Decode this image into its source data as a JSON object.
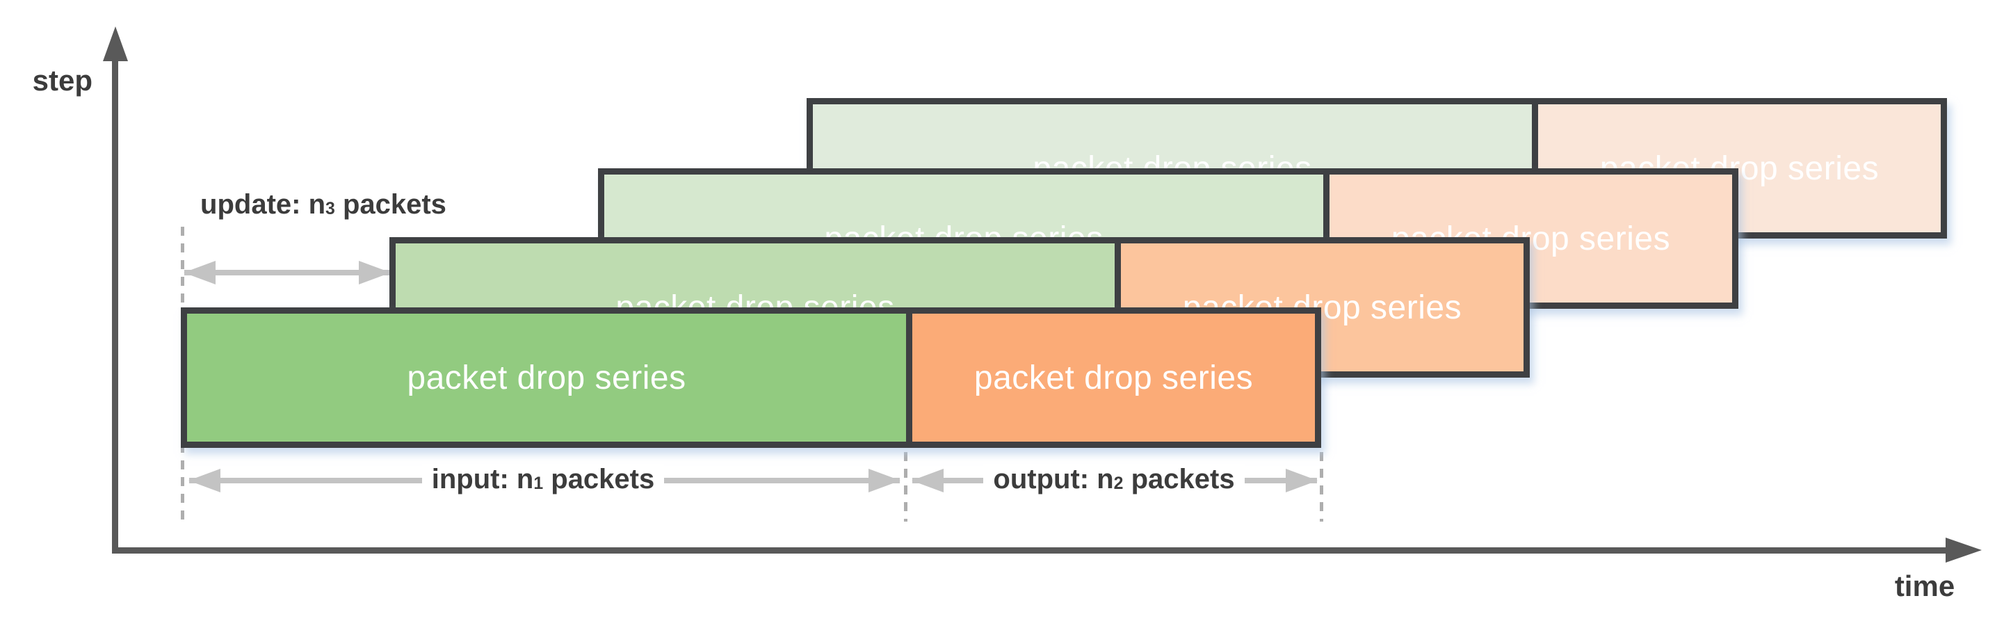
{
  "axes": {
    "y_label": "step",
    "x_label": "time",
    "axis_color": "#595959",
    "label_color": "#3c3c3c"
  },
  "series_box": {
    "label": "packet drop series",
    "text_color": "#ffffff",
    "border_color": "#3e4043"
  },
  "layers": [
    {
      "id": "layer-4-back",
      "green_color": "#e0ebdc",
      "orange_color": "#fae6d9"
    },
    {
      "id": "layer-3",
      "green_color": "#d6e8cf",
      "orange_color": "#fcdcc8"
    },
    {
      "id": "layer-2",
      "green_color": "#bedcb0",
      "orange_color": "#fcc59d"
    },
    {
      "id": "layer-1-front",
      "green_color": "#92cb80",
      "orange_color": "#fbab77"
    }
  ],
  "measurements": {
    "arrow_color": "#c3c3c3",
    "dash_color": "#aeaeae",
    "text_color": "#3c3c3c",
    "update": {
      "prefix": "update: n",
      "sub": "3",
      "suffix": " packets"
    },
    "input": {
      "prefix": "input: n",
      "sub": "1",
      "suffix": " packets"
    },
    "output": {
      "prefix": "output: n",
      "sub": "2",
      "suffix": " packets"
    }
  }
}
